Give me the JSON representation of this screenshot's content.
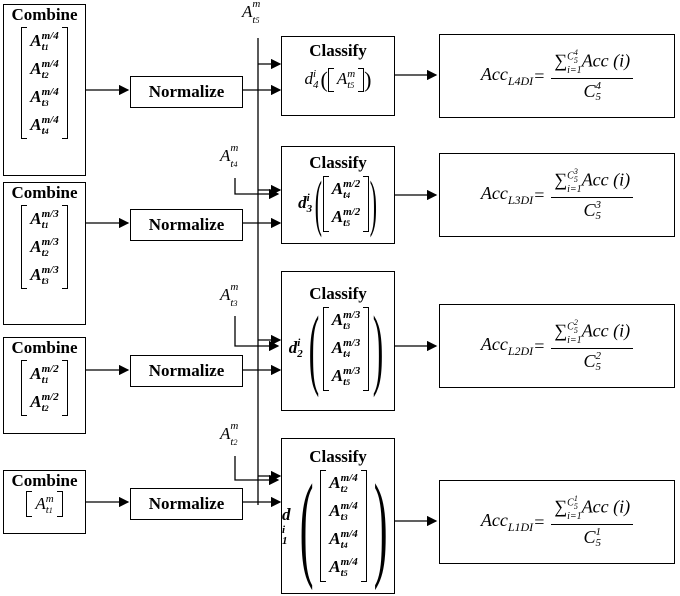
{
  "combine_boxes": [
    {
      "title": "Combine",
      "entries": [
        "4:1",
        "4:2",
        "4:3",
        "4:4"
      ],
      "bracket": "square"
    },
    {
      "title": "Combine",
      "entries": [
        "3:1",
        "3:2",
        "3:3"
      ],
      "bracket": "square"
    },
    {
      "title": "Combine",
      "entries": [
        "2:1",
        "2:2"
      ],
      "bracket": "square"
    },
    {
      "title": "Combine",
      "entries": [
        "1:1"
      ],
      "bracket": "square-thin"
    }
  ],
  "normalize_label": "Normalize",
  "classify_label": "Classify",
  "top_input_label": "A",
  "classify_boxes": [
    {
      "d_index": "4",
      "entries": [
        "5"
      ],
      "exp": "m",
      "style": "square-paren"
    },
    {
      "d_index": "3",
      "entries": [
        "4",
        "5"
      ],
      "exp": "m/2",
      "style": "paren"
    },
    {
      "d_index": "2",
      "entries": [
        "3",
        "4",
        "5"
      ],
      "exp": "m/3",
      "style": "paren"
    },
    {
      "d_index": "1",
      "entries": [
        "2",
        "3",
        "4",
        "5"
      ],
      "exp": "m/4",
      "style": "paren"
    }
  ],
  "side_inputs": [
    {
      "t": "4"
    },
    {
      "t": "3"
    },
    {
      "t": "2"
    }
  ],
  "acc_boxes": [
    {
      "level": "L4DI",
      "c_sup": "4"
    },
    {
      "level": "L3DI",
      "c_sup": "3"
    },
    {
      "level": "L2DI",
      "c_sup": "2"
    },
    {
      "level": "L1DI",
      "c_sup": "1"
    }
  ],
  "acc_text": {
    "lhs": "Acc",
    "sum_text": "Acc (i)",
    "c_base": "C",
    "c_sub": "5"
  }
}
